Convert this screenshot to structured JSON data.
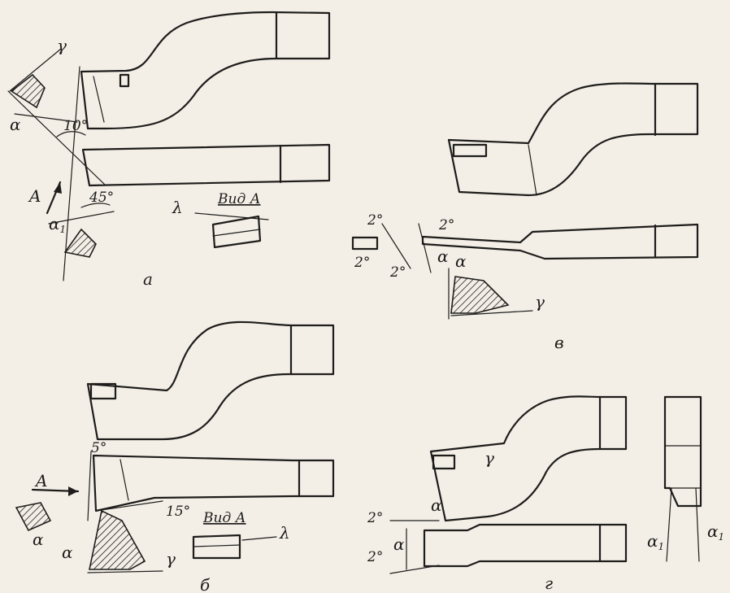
{
  "labels": {
    "gamma": "γ",
    "alpha": "α",
    "alpha1": "α",
    "alpha1_sub": "1",
    "lambda": "λ",
    "arrow_A": "A",
    "view_A": "Вид А",
    "deg_10": "10°",
    "deg_45": "45°",
    "deg_5": "5°",
    "deg_15": "15°",
    "deg_2": "2°"
  },
  "panels": {
    "a": "а",
    "b": "б",
    "v": "в",
    "g": "г"
  }
}
